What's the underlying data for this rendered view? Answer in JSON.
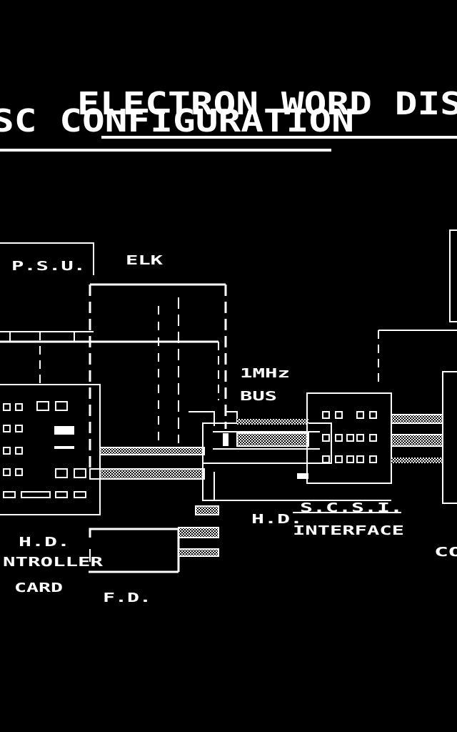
{
  "colors": {
    "background": "#000000",
    "foreground": "#ffffff"
  },
  "title": {
    "line1": "ELECTRON WORD DIS",
    "line2": "SC CONFIGURATION"
  },
  "labels": {
    "psu": "P.S.U.",
    "elk": "ELK",
    "bus_1mhz": "1MHz",
    "bus": "BUS",
    "hd_left": "H.D.",
    "controller": "NTROLLER",
    "card": "CARD",
    "fd": "F.D.",
    "hd_center": "H.D.",
    "scsi": "S.C.S.I.",
    "interface": "INTERFACE",
    "cut_right": "CO"
  }
}
